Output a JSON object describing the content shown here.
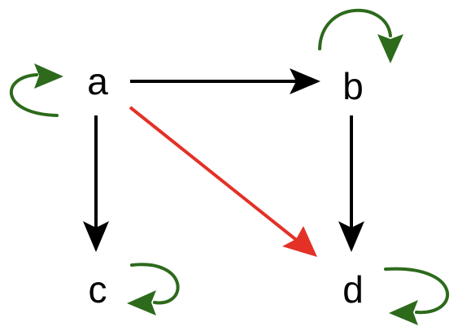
{
  "diagram": {
    "nodes": [
      {
        "id": "a",
        "label": "a"
      },
      {
        "id": "b",
        "label": "b"
      },
      {
        "id": "c",
        "label": "c"
      },
      {
        "id": "d",
        "label": "d"
      }
    ],
    "edges": [
      {
        "from": "a",
        "to": "b",
        "kind": "direct"
      },
      {
        "from": "a",
        "to": "c",
        "kind": "direct"
      },
      {
        "from": "b",
        "to": "d",
        "kind": "direct"
      },
      {
        "from": "a",
        "to": "d",
        "kind": "composite"
      },
      {
        "from": "a",
        "to": "a",
        "kind": "identity"
      },
      {
        "from": "b",
        "to": "b",
        "kind": "identity"
      },
      {
        "from": "c",
        "to": "c",
        "kind": "identity"
      },
      {
        "from": "d",
        "to": "d",
        "kind": "identity"
      }
    ],
    "colors": {
      "direct": "#000000",
      "composite": "#e33127",
      "identity": "#2d6a1c"
    }
  }
}
